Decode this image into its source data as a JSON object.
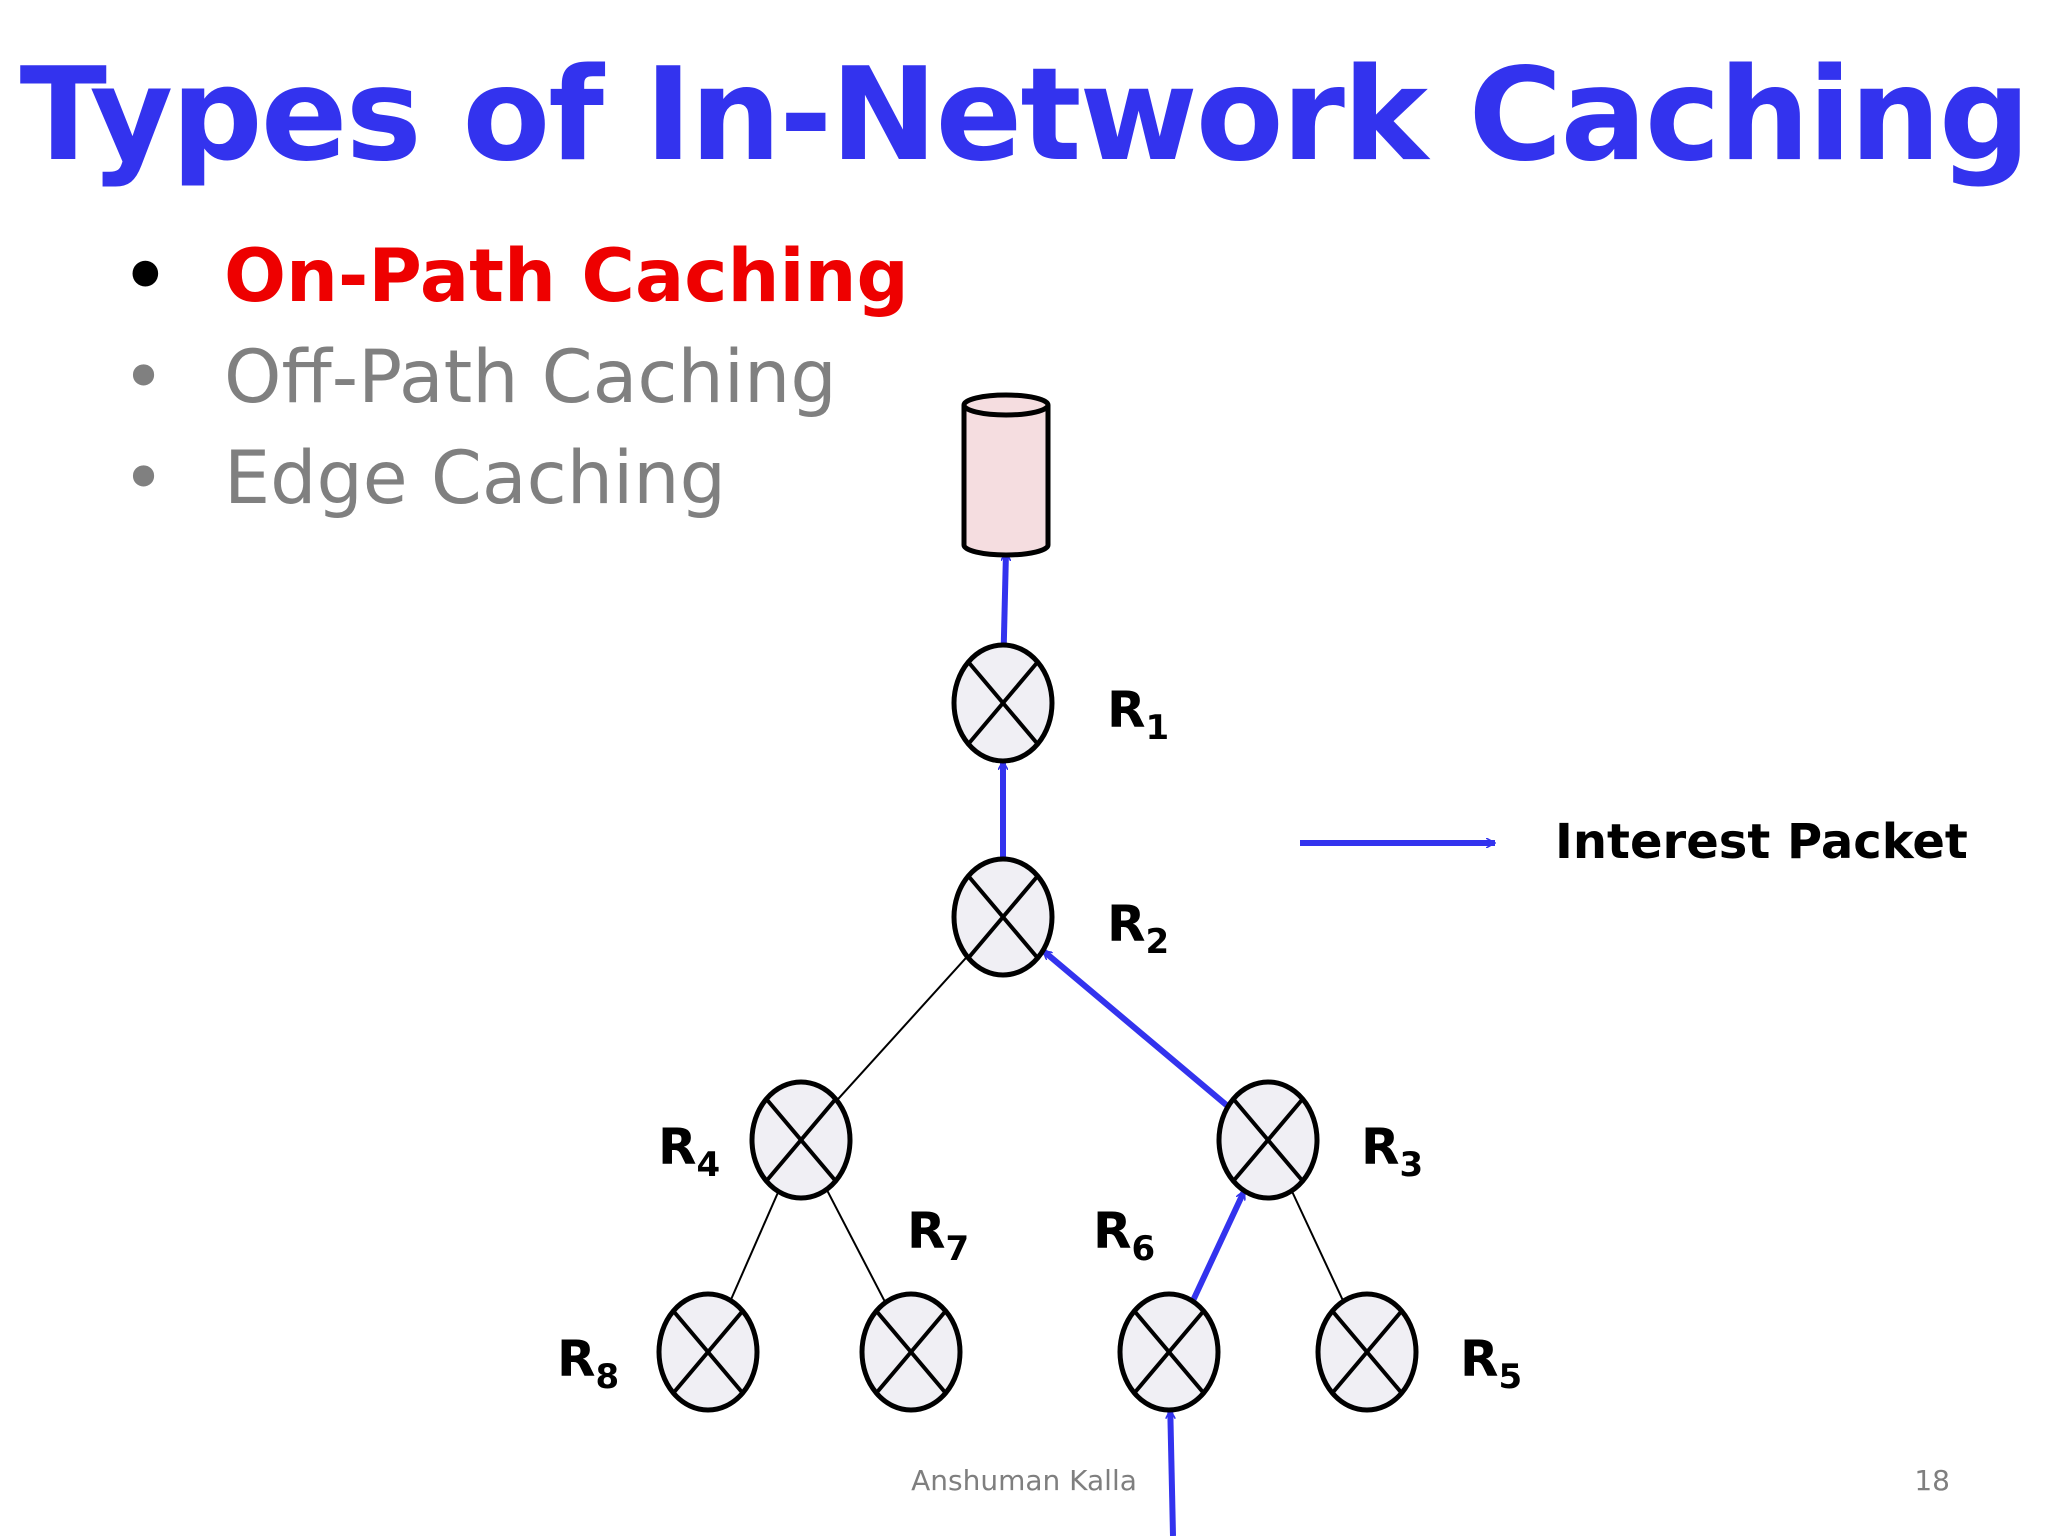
{
  "slide": {
    "title": "Types of In-Network Caching",
    "title_color": "#3333ee",
    "bullet_glyph": "•",
    "bullets": [
      {
        "text": "On-Path Caching",
        "color": "#ee0000",
        "bullet_color": "#000000"
      },
      {
        "text": "Off-Path Caching",
        "color": "#808080",
        "bullet_color": "#808080"
      },
      {
        "text": "Edge Caching",
        "color": "#808080",
        "bullet_color": "#808080"
      }
    ],
    "footer": {
      "author": "Anshuman Kalla",
      "page": "18"
    }
  },
  "diagram": {
    "arrow_color": "#3333ee",
    "node_fill": "#f0eff4",
    "server_fill": "#f5dde0",
    "server_icon": "database-cylinder-icon",
    "router_icon": "router-cross-circle-icon",
    "routers": [
      {
        "id": "R1",
        "letter": "R",
        "sub": "1"
      },
      {
        "id": "R2",
        "letter": "R",
        "sub": "2"
      },
      {
        "id": "R3",
        "letter": "R",
        "sub": "3"
      },
      {
        "id": "R4",
        "letter": "R",
        "sub": "4"
      },
      {
        "id": "R5",
        "letter": "R",
        "sub": "5"
      },
      {
        "id": "R6",
        "letter": "R",
        "sub": "6"
      },
      {
        "id": "R7",
        "letter": "R",
        "sub": "7"
      },
      {
        "id": "R8",
        "letter": "R",
        "sub": "8"
      }
    ],
    "links": [
      {
        "from": "R2",
        "to": "R4",
        "interest_path": false
      },
      {
        "from": "R4",
        "to": "R8",
        "interest_path": false
      },
      {
        "from": "R4",
        "to": "R7",
        "interest_path": false
      },
      {
        "from": "R3",
        "to": "R5",
        "interest_path": false
      },
      {
        "from": "R1",
        "to": "server",
        "interest_path": true
      },
      {
        "from": "R2",
        "to": "R1",
        "interest_path": true
      },
      {
        "from": "R3",
        "to": "R2",
        "interest_path": true
      },
      {
        "from": "R6",
        "to": "R3",
        "interest_path": true
      },
      {
        "from": "client",
        "to": "R6",
        "interest_path": true
      }
    ],
    "legend": {
      "label": "Interest Packet"
    }
  }
}
